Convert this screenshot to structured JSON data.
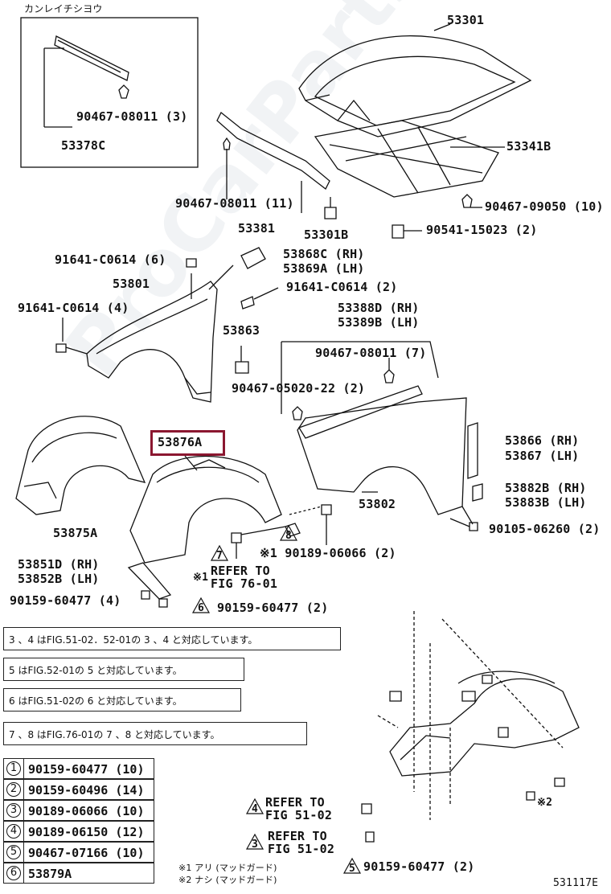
{
  "diagram_number": "531117E",
  "watermark": "ProCarParts.ru",
  "inset": {
    "title": "カンレイチシヨウ",
    "bolt": "90467-08011 (3)",
    "part": "53378C"
  },
  "parts": {
    "p53301": "53301",
    "p53341b": "53341B",
    "p90467_09050": "90467-09050 (10)",
    "p90541": "90541-15023 (2)",
    "p53301b": "53301B",
    "p53381": "53381",
    "p90467_11": "90467-08011 (11)",
    "p91641_6": "91641-C0614 (6)",
    "p53868c": "53868C (RH)",
    "p53869a": "53869A (LH)",
    "p53801": "53801",
    "p91641_2": "91641-C0614 (2)",
    "p91641_4": "91641-C0614 (4)",
    "p53388d": "53388D (RH)",
    "p53389b": "53389B (LH)",
    "p53863": "53863",
    "p90467_7": "90467-08011 (7)",
    "p90467_05020": "90467-05020-22 (2)",
    "p53876a": "53876A",
    "p53866": "53866 (RH)",
    "p53867": "53867 (LH)",
    "p53875a": "53875A",
    "p53802": "53802",
    "p53882b": "53882B (RH)",
    "p53883b": "53883B (LH)",
    "p90105": "90105-06260 (2)",
    "p90189_06066": "※1 90189-06066 (2)",
    "p53851d": "53851D (RH)",
    "p53852b": "53852B (LH)",
    "p90159_4": "90159-60477 (4)",
    "p90159_2a": "90159-60477 (2)",
    "p90159_2b": "90159-60477 (2)",
    "ref76_a": "REFER TO",
    "ref76_b": "FIG 76-01",
    "ref76_mark": "※1",
    "ref51a_a": "REFER TO",
    "ref51a_b": "FIG 51-02",
    "ref51b_a": "REFER TO",
    "ref51b_b": "FIG 51-02",
    "mark2": "※2"
  },
  "notes": [
    "3 、4 はFIG.51-02．52-01の 3 、4 と対応しています。",
    "5 はFIG.52-01の 5 と対応しています。",
    "6 はFIG.51-02の 6 と対応しています。",
    "7 、8 はFIG.76-01の 7 、8 と対応しています。"
  ],
  "legend": [
    {
      "num": "1",
      "part": "90159-60477 (10)"
    },
    {
      "num": "2",
      "part": "90159-60496 (14)"
    },
    {
      "num": "3",
      "part": "90189-06066 (10)"
    },
    {
      "num": "4",
      "part": "90189-06150 (12)"
    },
    {
      "num": "5",
      "part": "90467-07166 (10)"
    },
    {
      "num": "6",
      "part": "53879A"
    }
  ],
  "footnotes": [
    "※1 アリ (マッドガード)",
    "※2 ナシ (マッドガード)"
  ],
  "highlight_color": "#8b1730"
}
